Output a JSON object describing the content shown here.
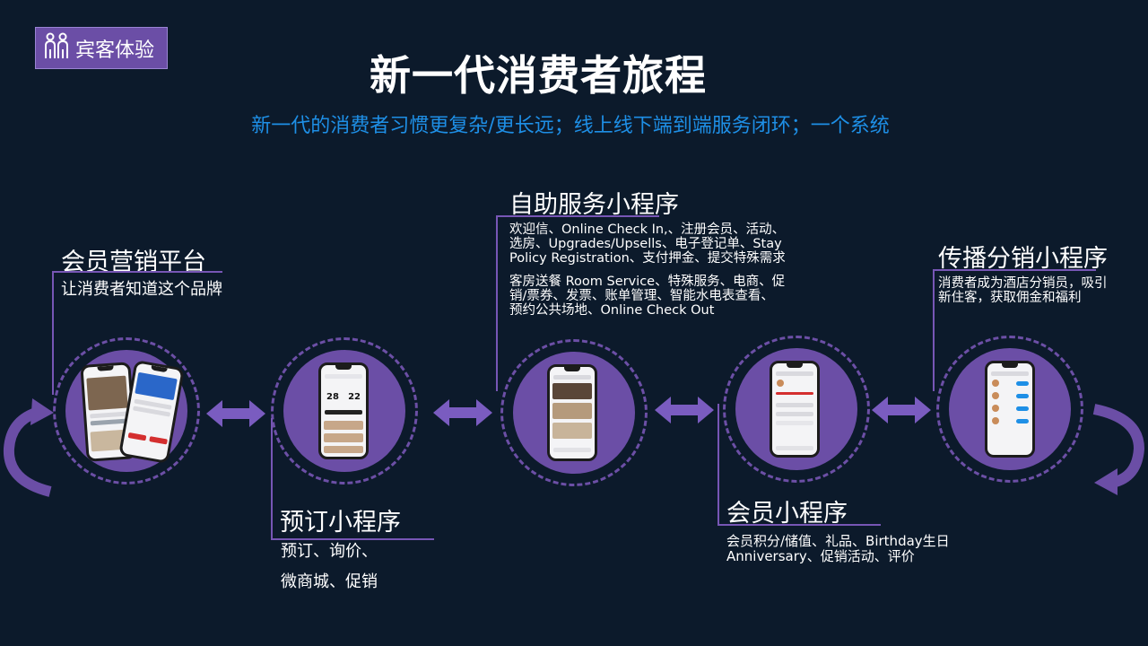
{
  "badge": {
    "label": "宾客体验",
    "icon": "people-icon"
  },
  "header": {
    "title": "新一代消费者旅程",
    "subtitle": "新一代的消费者习惯更复杂/更长远；线上线下端到端服务闭环；一个系统"
  },
  "stages": {
    "member_marketing": {
      "title": "会员营销平台",
      "desc": "让消费者知道这个品牌"
    },
    "booking": {
      "title": "预订小程序",
      "desc_line1": "预订、询价、",
      "desc_line2": "微商城、促销"
    },
    "self_service": {
      "title": "自助服务小程序",
      "desc_line1": "欢迎信、Online Check In,、注册会员、活动、",
      "desc_line2": "选房、Upgrades/Upsells、电子登记单、Stay",
      "desc_line3": "Policy Registration、支付押金、提交特殊需求",
      "desc_line4": "客房送餐 Room Service、特殊服务、电商、促",
      "desc_line5": "销/票券、发票、账单管理、智能水电表查看、",
      "desc_line6": "预约公共场地、Online Check Out"
    },
    "membership": {
      "title": "会员小程序",
      "desc_line1": "会员积分/储值、礼品、Birthday生日",
      "desc_line2": "Anniversary、促销活动、评价"
    },
    "distribution": {
      "title": "传播分销小程序",
      "desc_line1": "消费者成为酒店分销员，吸引",
      "desc_line2": "新住客，获取佣金和福利"
    }
  },
  "phones": {
    "p2_left_date": "28",
    "p2_right_date": "22"
  },
  "colors": {
    "background": "#0c1a2b",
    "accent_purple": "#6b4ea6",
    "subtitle_blue": "#1e8fe6"
  }
}
